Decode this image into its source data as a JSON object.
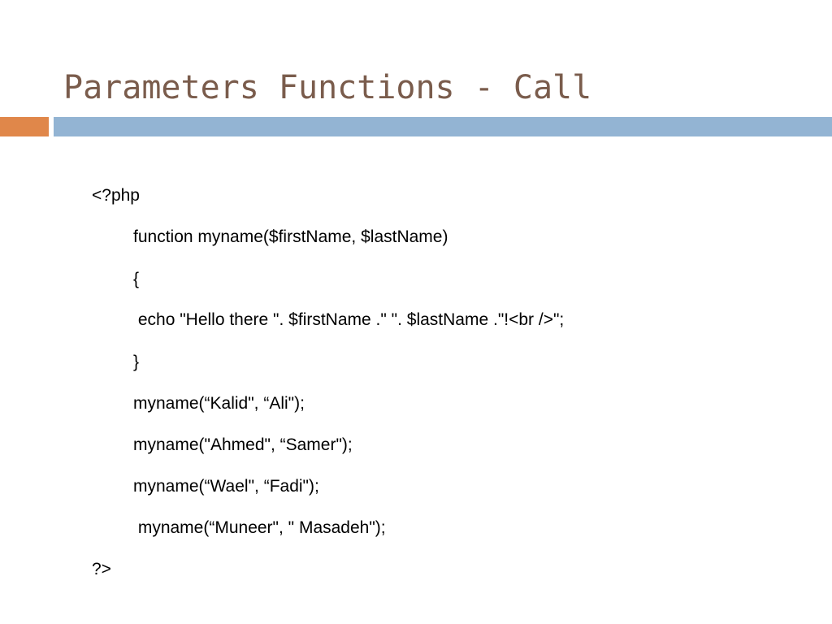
{
  "slide": {
    "title": "Parameters Functions - Call",
    "code_lines": [
      "<?php",
      "function myname($firstName, $lastName)",
      "{",
      " echo \"Hello there \". $firstName .\" \". $lastName .\"!<br />\";",
      "}",
      "myname(“Kalid\", “Ali\");",
      "myname(\"Ahmed\", “Samer\");",
      "myname(“Wael\", “Fadi\");",
      " myname(“Muneer\", \" Masadeh\");",
      "?>"
    ]
  },
  "colors": {
    "title": "#7a5c4c",
    "accent_bar": "#e0874a",
    "main_bar": "#93b4d3",
    "text": "#000000",
    "background": "#ffffff"
  }
}
